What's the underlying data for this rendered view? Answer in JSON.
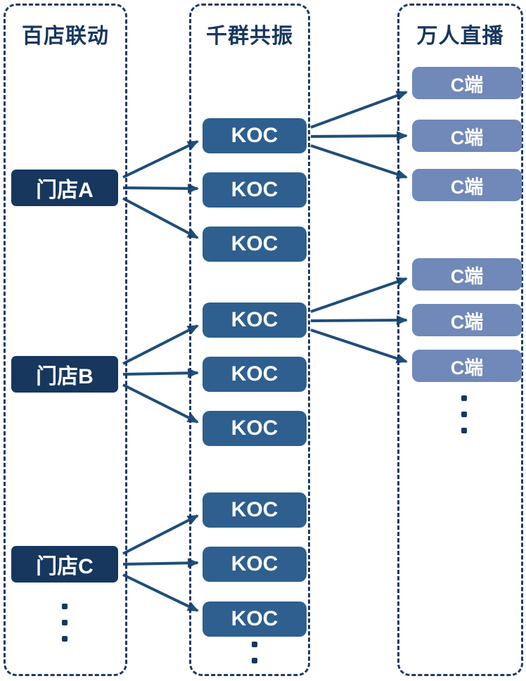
{
  "titles": {
    "stores": "百店联动",
    "koc": "千群共振",
    "live": "万人直播"
  },
  "stores": [
    "门店A",
    "门店B",
    "门店C"
  ],
  "koc_nodes": [
    "KOC",
    "KOC",
    "KOC",
    "KOC",
    "KOC",
    "KOC",
    "KOC",
    "KOC",
    "KOC"
  ],
  "c_nodes": [
    "C端",
    "C端",
    "C端",
    "C端",
    "C端",
    "C端"
  ],
  "colors": {
    "store_fill": "#17375E",
    "koc_fill": "#2E5F8F",
    "cend_fill": "#7189B8",
    "arrow": "#1F4E79",
    "border": "#1F3864",
    "title": "#17375E",
    "dots": "#17375E"
  }
}
